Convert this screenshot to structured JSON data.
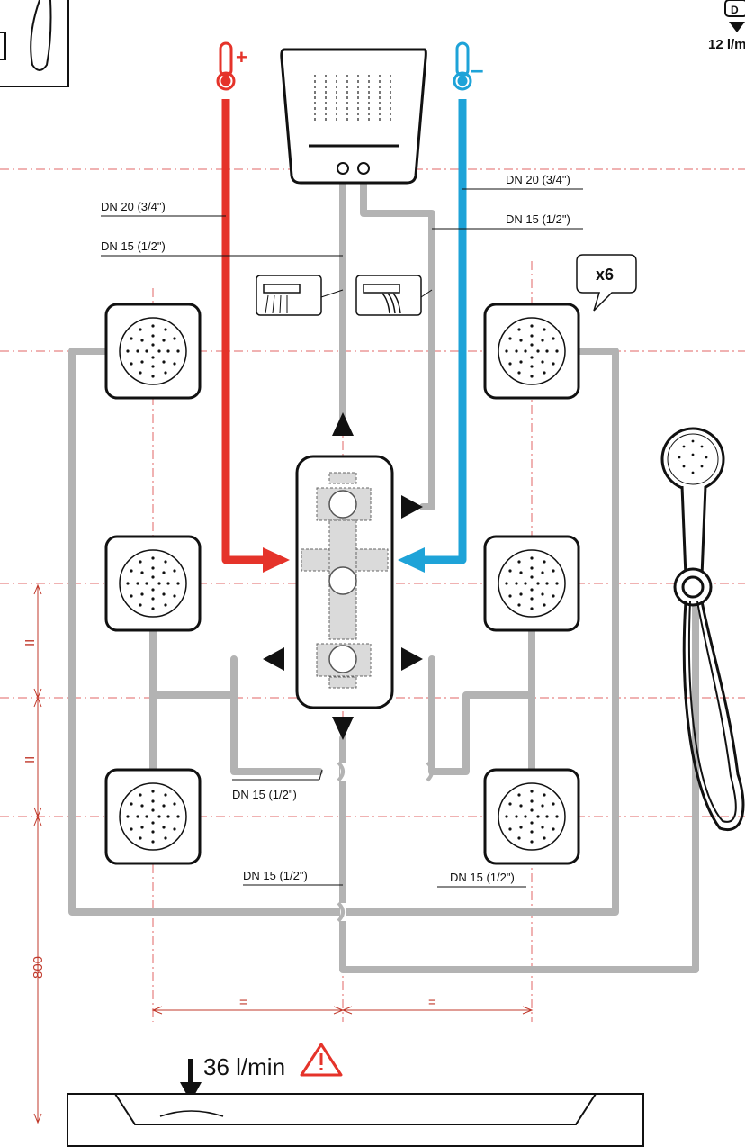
{
  "labels": {
    "dn20_hot": "DN 20 (3/4\")",
    "dn15_top": "DN 15 (1/2\")",
    "dn20_cold": "DN 20 (3/4\")",
    "dn15_right": "DN 15 (1/2\")",
    "dn15_mid": "DN 15 (1/2\")",
    "dn15_low_left": "DN 15 (1/2\")",
    "dn15_low_right": "DN 15 (1/2\")"
  },
  "badges": {
    "hot": "+",
    "cold": "–",
    "jets_count": "x6",
    "corner_letter": "D",
    "flow_rate_small": "12 l/m"
  },
  "flow": {
    "total": "36 l/min"
  },
  "dimensions": {
    "height": "800",
    "equal": "=",
    "equal_vertical": "II"
  },
  "colors": {
    "hot": "#e5332a",
    "cold": "#1ea3d8",
    "pipe": "#b3b3b3",
    "dimension": "#c0392b",
    "outline": "#111111"
  },
  "icons": {
    "hot": "thermometer-hot-icon",
    "cold": "thermometer-cold-icon",
    "warning": "warning-triangle-icon",
    "shower_head": "rain-shower-head-icon",
    "hand_shower": "hand-shower-icon",
    "body_jet": "body-jet-icon"
  }
}
